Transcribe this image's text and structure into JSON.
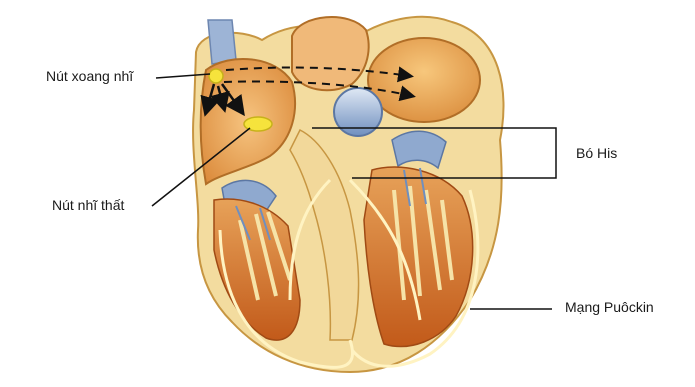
{
  "labels": {
    "sa_node": "Nút xoang nhĩ",
    "av_node": "Nút nhĩ thất",
    "bundle_his": "Bó His",
    "purkinje": "Mạng Puôckin"
  },
  "colors": {
    "myocardium": "#f1d79a",
    "muscle_dark": "#c8641e",
    "muscle_light": "#e9a25a",
    "valve_blue": "#7e9fc8",
    "node_yellow": "#f6e33c",
    "line": "#111111"
  }
}
